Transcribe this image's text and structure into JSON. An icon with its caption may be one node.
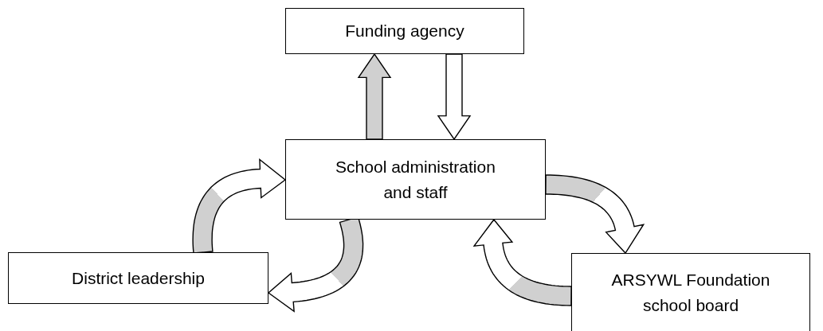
{
  "diagram": {
    "nodes": [
      {
        "text": [
          "Funding agency"
        ]
      },
      {
        "text": [
          "School administration and staff"
        ]
      },
      {
        "text": [
          "District leadership"
        ]
      },
      {
        "text": [
          "ARSYWL Foundation school board"
        ]
      }
    ],
    "edges": [
      {
        "from": 1,
        "to": 0,
        "arrow": "to"
      },
      {
        "from": 0,
        "to": 1,
        "arrow": "to"
      },
      {
        "from": 2,
        "to": 1,
        "arrow": "to"
      },
      {
        "from": 1,
        "to": 2,
        "arrow": "to"
      },
      {
        "from": 1,
        "to": 3,
        "arrow": "to"
      },
      {
        "from": 3,
        "to": 1,
        "arrow": "to"
      }
    ]
  }
}
